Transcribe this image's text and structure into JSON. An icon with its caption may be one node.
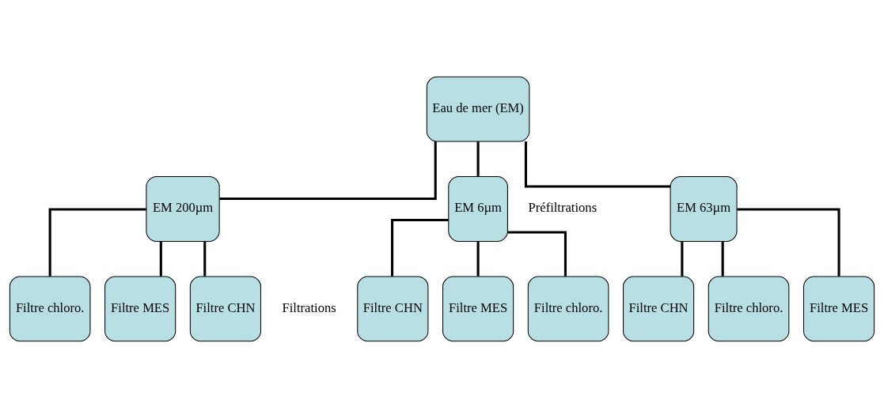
{
  "diagram": {
    "nodes": [
      {
        "text": [
          "Eau de mer (EM)"
        ]
      },
      {
        "text": [
          "EM 6µm"
        ]
      },
      {
        "text": [
          "EM 63µm"
        ]
      },
      {
        "text": [
          "EM 200µm"
        ]
      },
      {
        "text": [
          "Filtre MES"
        ]
      },
      {
        "text": [
          "Filtre CHN"
        ]
      },
      {
        "text": [
          "Filtre chloro."
        ]
      },
      {
        "text": [
          "Filtre MES"
        ]
      },
      {
        "text": [
          "Filtre CHN"
        ]
      },
      {
        "text": [
          "Filtre chloro."
        ]
      },
      {
        "text": [
          "Filtre MES"
        ]
      },
      {
        "text": [
          "Filtre CHN"
        ]
      },
      {
        "text": [
          "Filtre chloro."
        ]
      }
    ],
    "edges": [
      {
        "from": 0,
        "to": 1,
        "arrow": "none"
      },
      {
        "from": 0,
        "to": 2,
        "arrow": "none"
      },
      {
        "from": 0,
        "to": 3,
        "arrow": "none"
      },
      {
        "from": 1,
        "to": 4,
        "arrow": "none"
      },
      {
        "from": 1,
        "to": 5,
        "arrow": "none"
      },
      {
        "from": 1,
        "to": 6,
        "arrow": "none"
      },
      {
        "from": 2,
        "to": 7,
        "arrow": "none"
      },
      {
        "from": 2,
        "to": 8,
        "arrow": "none"
      },
      {
        "from": 2,
        "to": 9,
        "arrow": "none"
      },
      {
        "from": 3,
        "to": 10,
        "arrow": "none"
      },
      {
        "from": 3,
        "to": 11,
        "arrow": "none"
      },
      {
        "from": 3,
        "to": 12,
        "arrow": "none"
      }
    ],
    "labels": [
      "Préfiltrations",
      "Filtrations"
    ]
  }
}
